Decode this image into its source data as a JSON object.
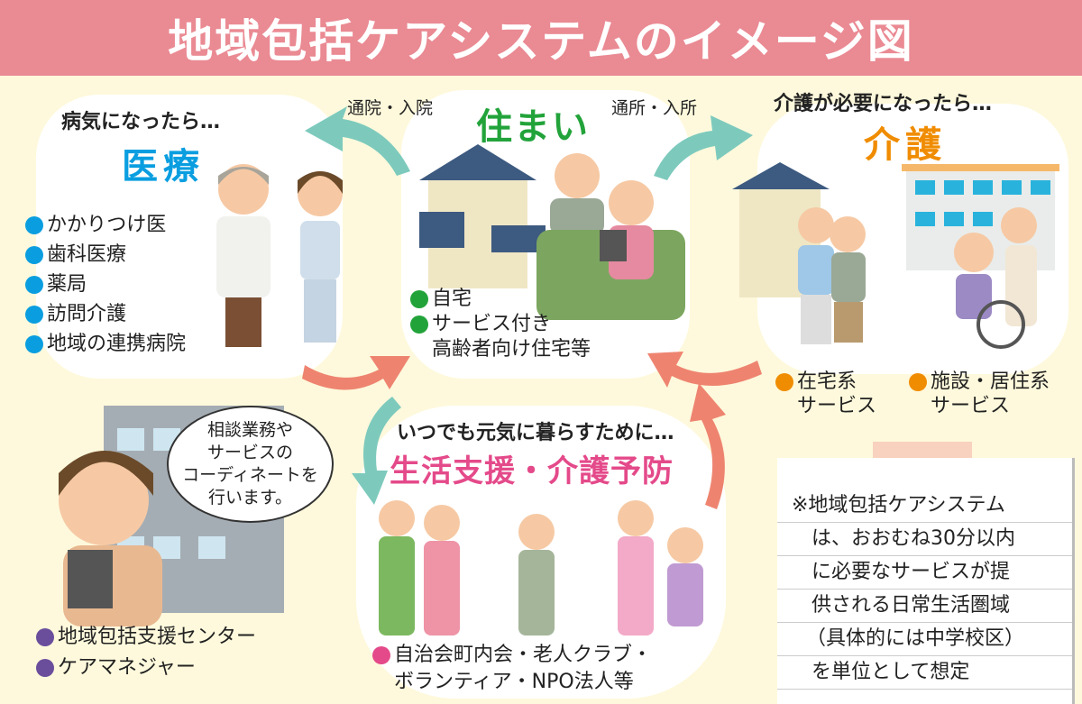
{
  "title": "地域包括ケアシステムのイメージ図",
  "colors": {
    "title_bg": "#ea8a93",
    "background": "#fef9dc",
    "medical": "#0a9ee0",
    "housing": "#22a33a",
    "care": "#f08c00",
    "support": "#e44a8a",
    "center": "#6a4e9c"
  },
  "medical": {
    "intro": "病気になったら…",
    "heading": "医療",
    "items": [
      "かかりつけ医",
      "歯科医療",
      "薬局",
      "訪問介護",
      "地域の連携病院"
    ]
  },
  "housing": {
    "heading": "住まい",
    "items": [
      "自宅",
      "サービス付き",
      "高齢者向け住宅等"
    ]
  },
  "care": {
    "intro": "介護が必要になったら…",
    "heading": "介護",
    "items": [
      [
        "在宅系",
        "サービス"
      ],
      [
        "施設・居住系",
        "サービス"
      ]
    ]
  },
  "routes": {
    "to_medical": "通院・入院",
    "to_care": "通所・入所"
  },
  "support": {
    "intro": "いつでも元気に暮らすために…",
    "heading": "生活支援・介護予防",
    "items": [
      "自治会町内会・老人クラブ・",
      "ボランティア・NPO法人等"
    ]
  },
  "center": {
    "speech": [
      "相談業務や",
      "サービスの",
      "コーディネートを",
      "行います。"
    ],
    "items": [
      "地域包括支援センター",
      "ケアマネジャー"
    ]
  },
  "note": {
    "lines": [
      "※地域包括ケアシステム",
      "は、おおむね30分以内",
      "に必要なサービスが提",
      "供される日常生活圏域",
      "（具体的には中学校区）",
      "を単位として想定"
    ]
  }
}
